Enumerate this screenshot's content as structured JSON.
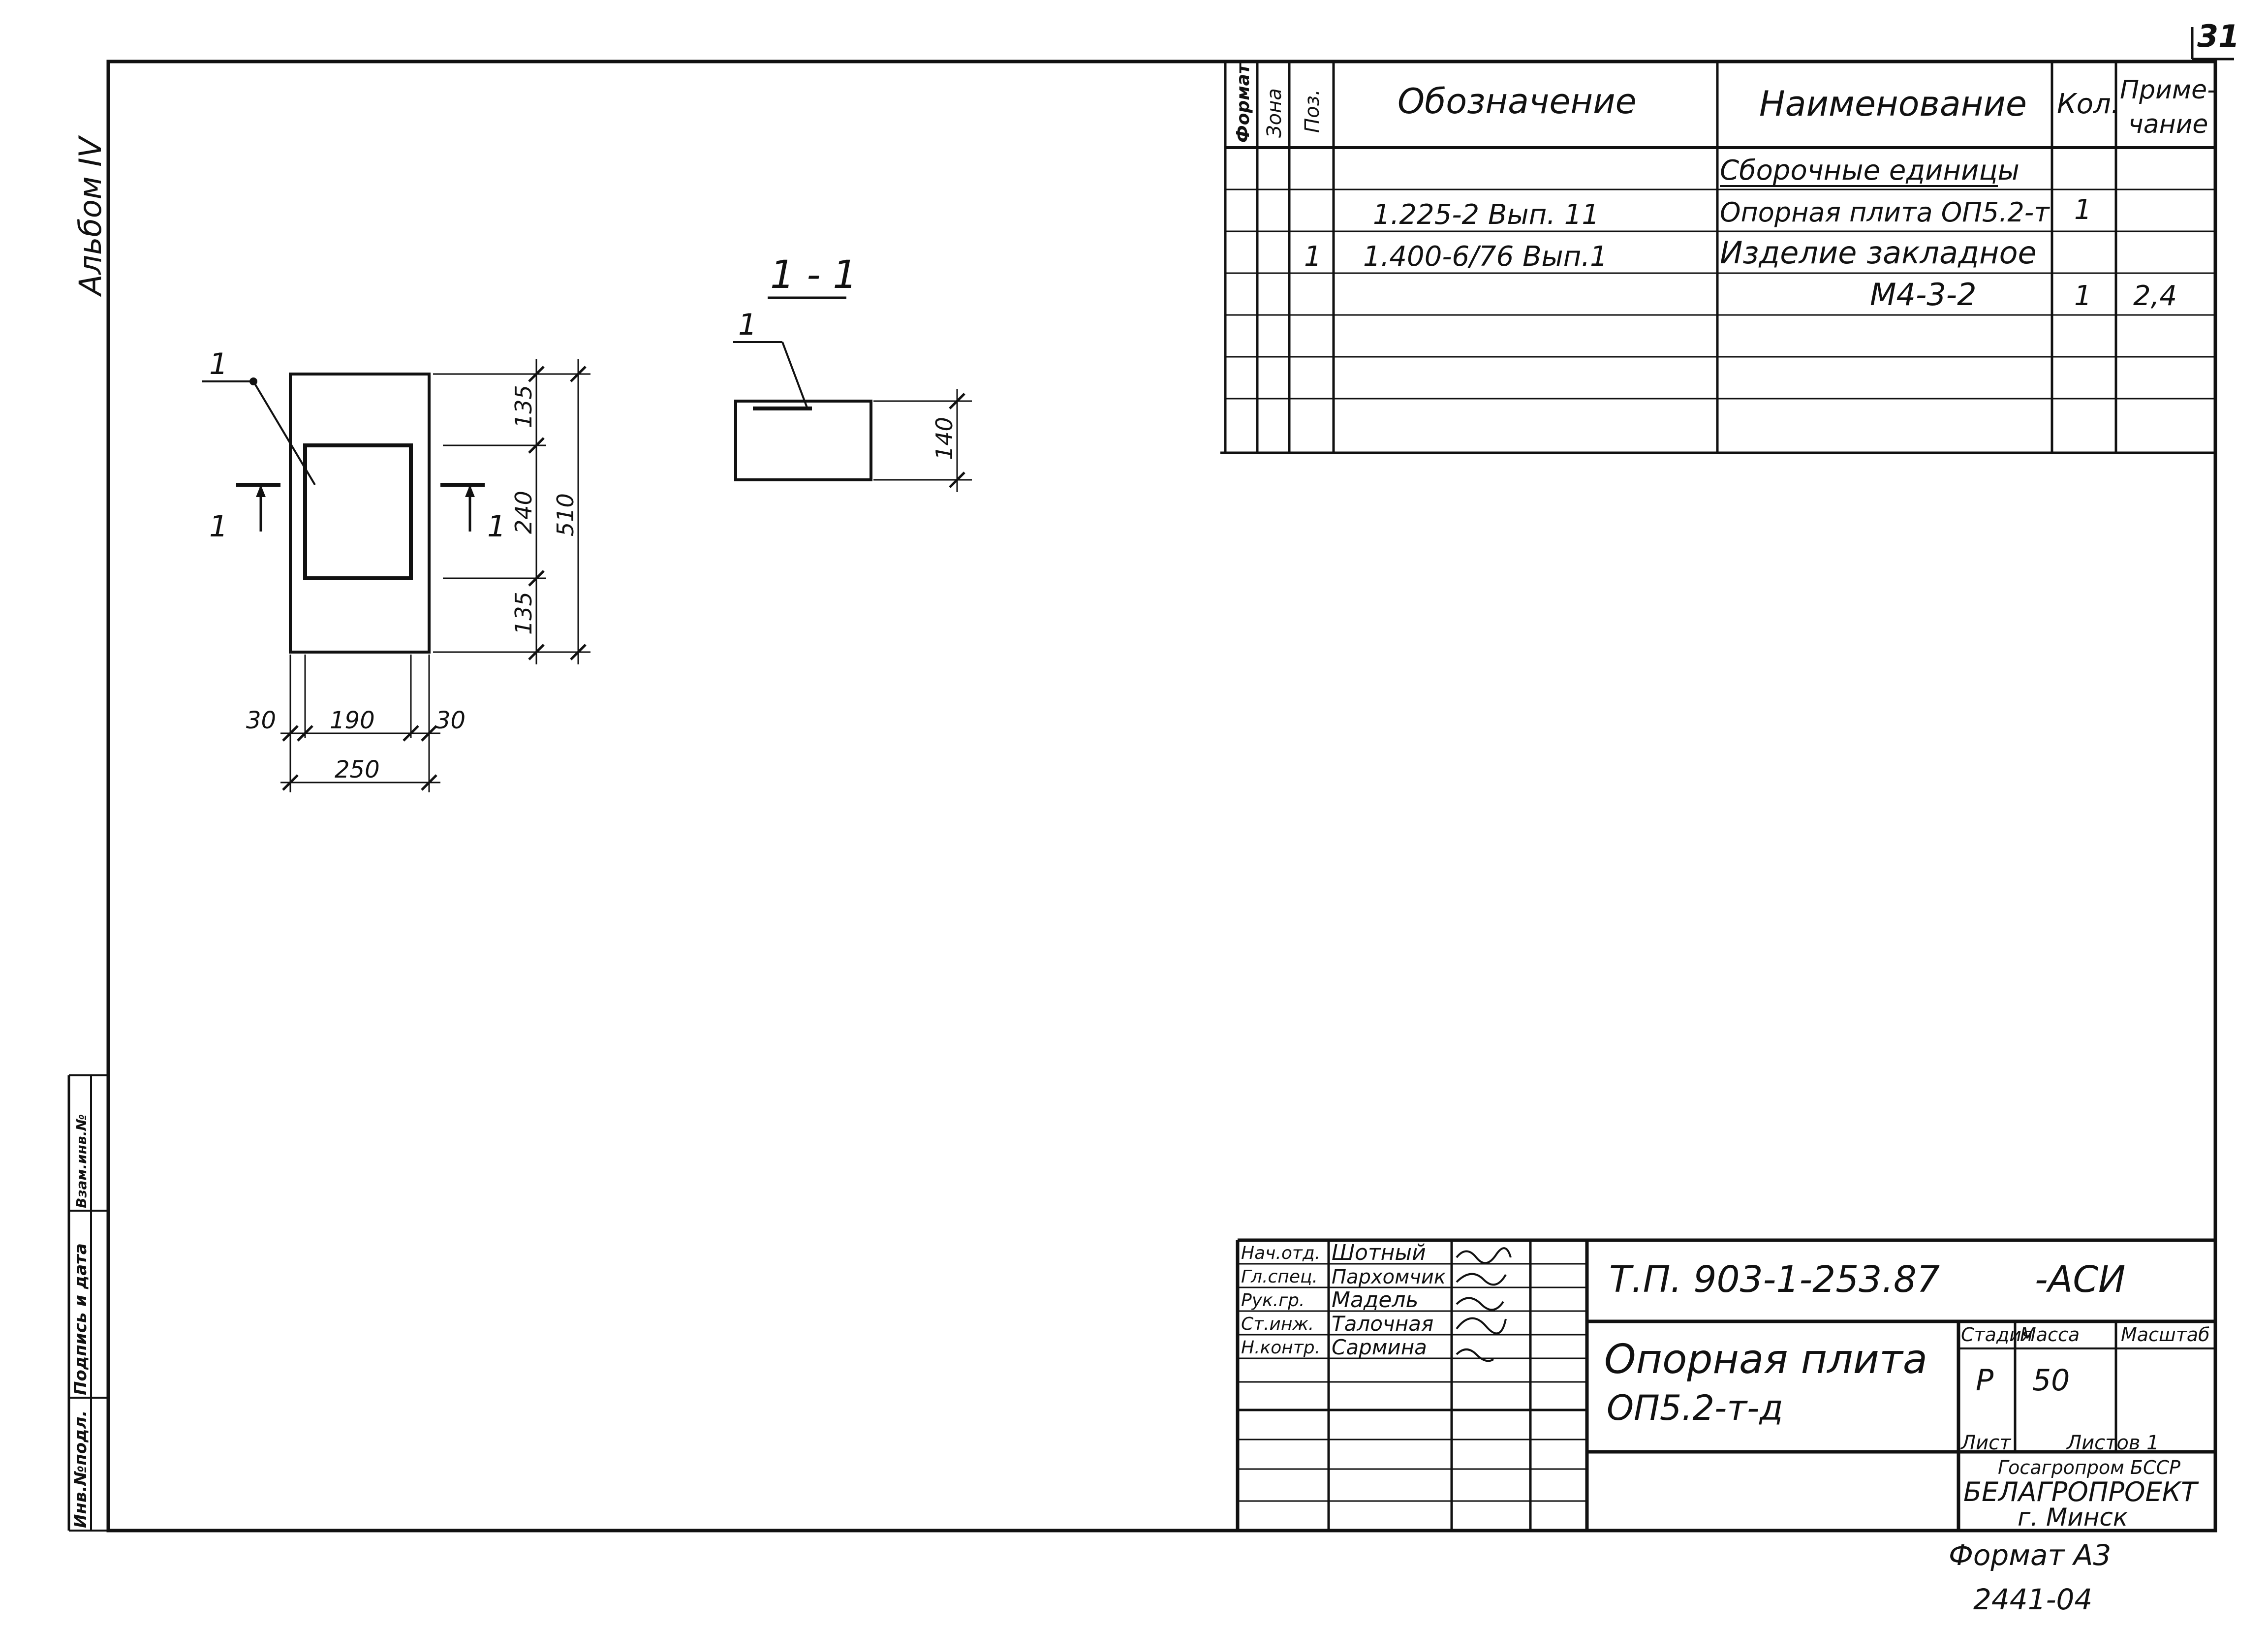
{
  "page_number": "31",
  "album_label": "Альбом IV",
  "left_stamp": {
    "col1": "Инв.№подл.",
    "col2": "Подпись и дата",
    "col3": "Взам.инв.№"
  },
  "plan_view": {
    "pos_marker": "1",
    "section_mark_left": "1",
    "section_mark_right": "1",
    "dims": {
      "top_135": "135",
      "mid_240": "240",
      "bot_135": "135",
      "total_510": "510",
      "left_30": "30",
      "mid_190": "190",
      "right_30": "30",
      "total_250": "250"
    }
  },
  "section_view": {
    "title": "1 - 1",
    "pos_marker": "1",
    "dim_140": "140"
  },
  "spec_table": {
    "headers": {
      "format": "Формат",
      "zone": "Зона",
      "pos": "Поз.",
      "designation": "Обозначение",
      "name": "Наименование",
      "qty": "Кол.",
      "note_line1": "Приме-",
      "note_line2": "чание"
    },
    "section_header": "Сборочные единицы",
    "rows": [
      {
        "pos": "",
        "designation": "1.225-2  Вып. 11",
        "name": "Опорная плита ОП5.2-т",
        "qty": "1",
        "note": ""
      },
      {
        "pos": "1",
        "designation": "1.400-6/76  Вып.1",
        "name": "Изделие закладное",
        "qty": "",
        "note": ""
      },
      {
        "pos": "",
        "designation": "",
        "name": "М4-3-2",
        "qty": "1",
        "note": "2,4"
      }
    ]
  },
  "title_block": {
    "roles": [
      "Нач.отд.",
      "Гл.спец.",
      "Рук.гр.",
      "Ст.инж.",
      "Н.контр."
    ],
    "names": [
      "Шотный",
      "Пархомчик",
      "Мадель",
      "Талочная",
      "Сармина"
    ],
    "doc_code": "Т.П. 903-1-253.87",
    "doc_suffix": "-АСИ",
    "title_line1": "Опорная плита",
    "title_line2": "ОП5.2-т-д",
    "stage_label": "Стадия",
    "mass_label": "Масса",
    "scale_label": "Масштаб",
    "stage_value": "Р",
    "mass_value": "50",
    "sheet_label": "Лист",
    "sheets_label": "Листов 1",
    "org_line1": "Госагропром БССР",
    "org_line2": "БЕЛАГРОПРОЕКТ",
    "org_line3": "г. Минск"
  },
  "format_label": "Формат А3",
  "archive_number": "2441-04"
}
